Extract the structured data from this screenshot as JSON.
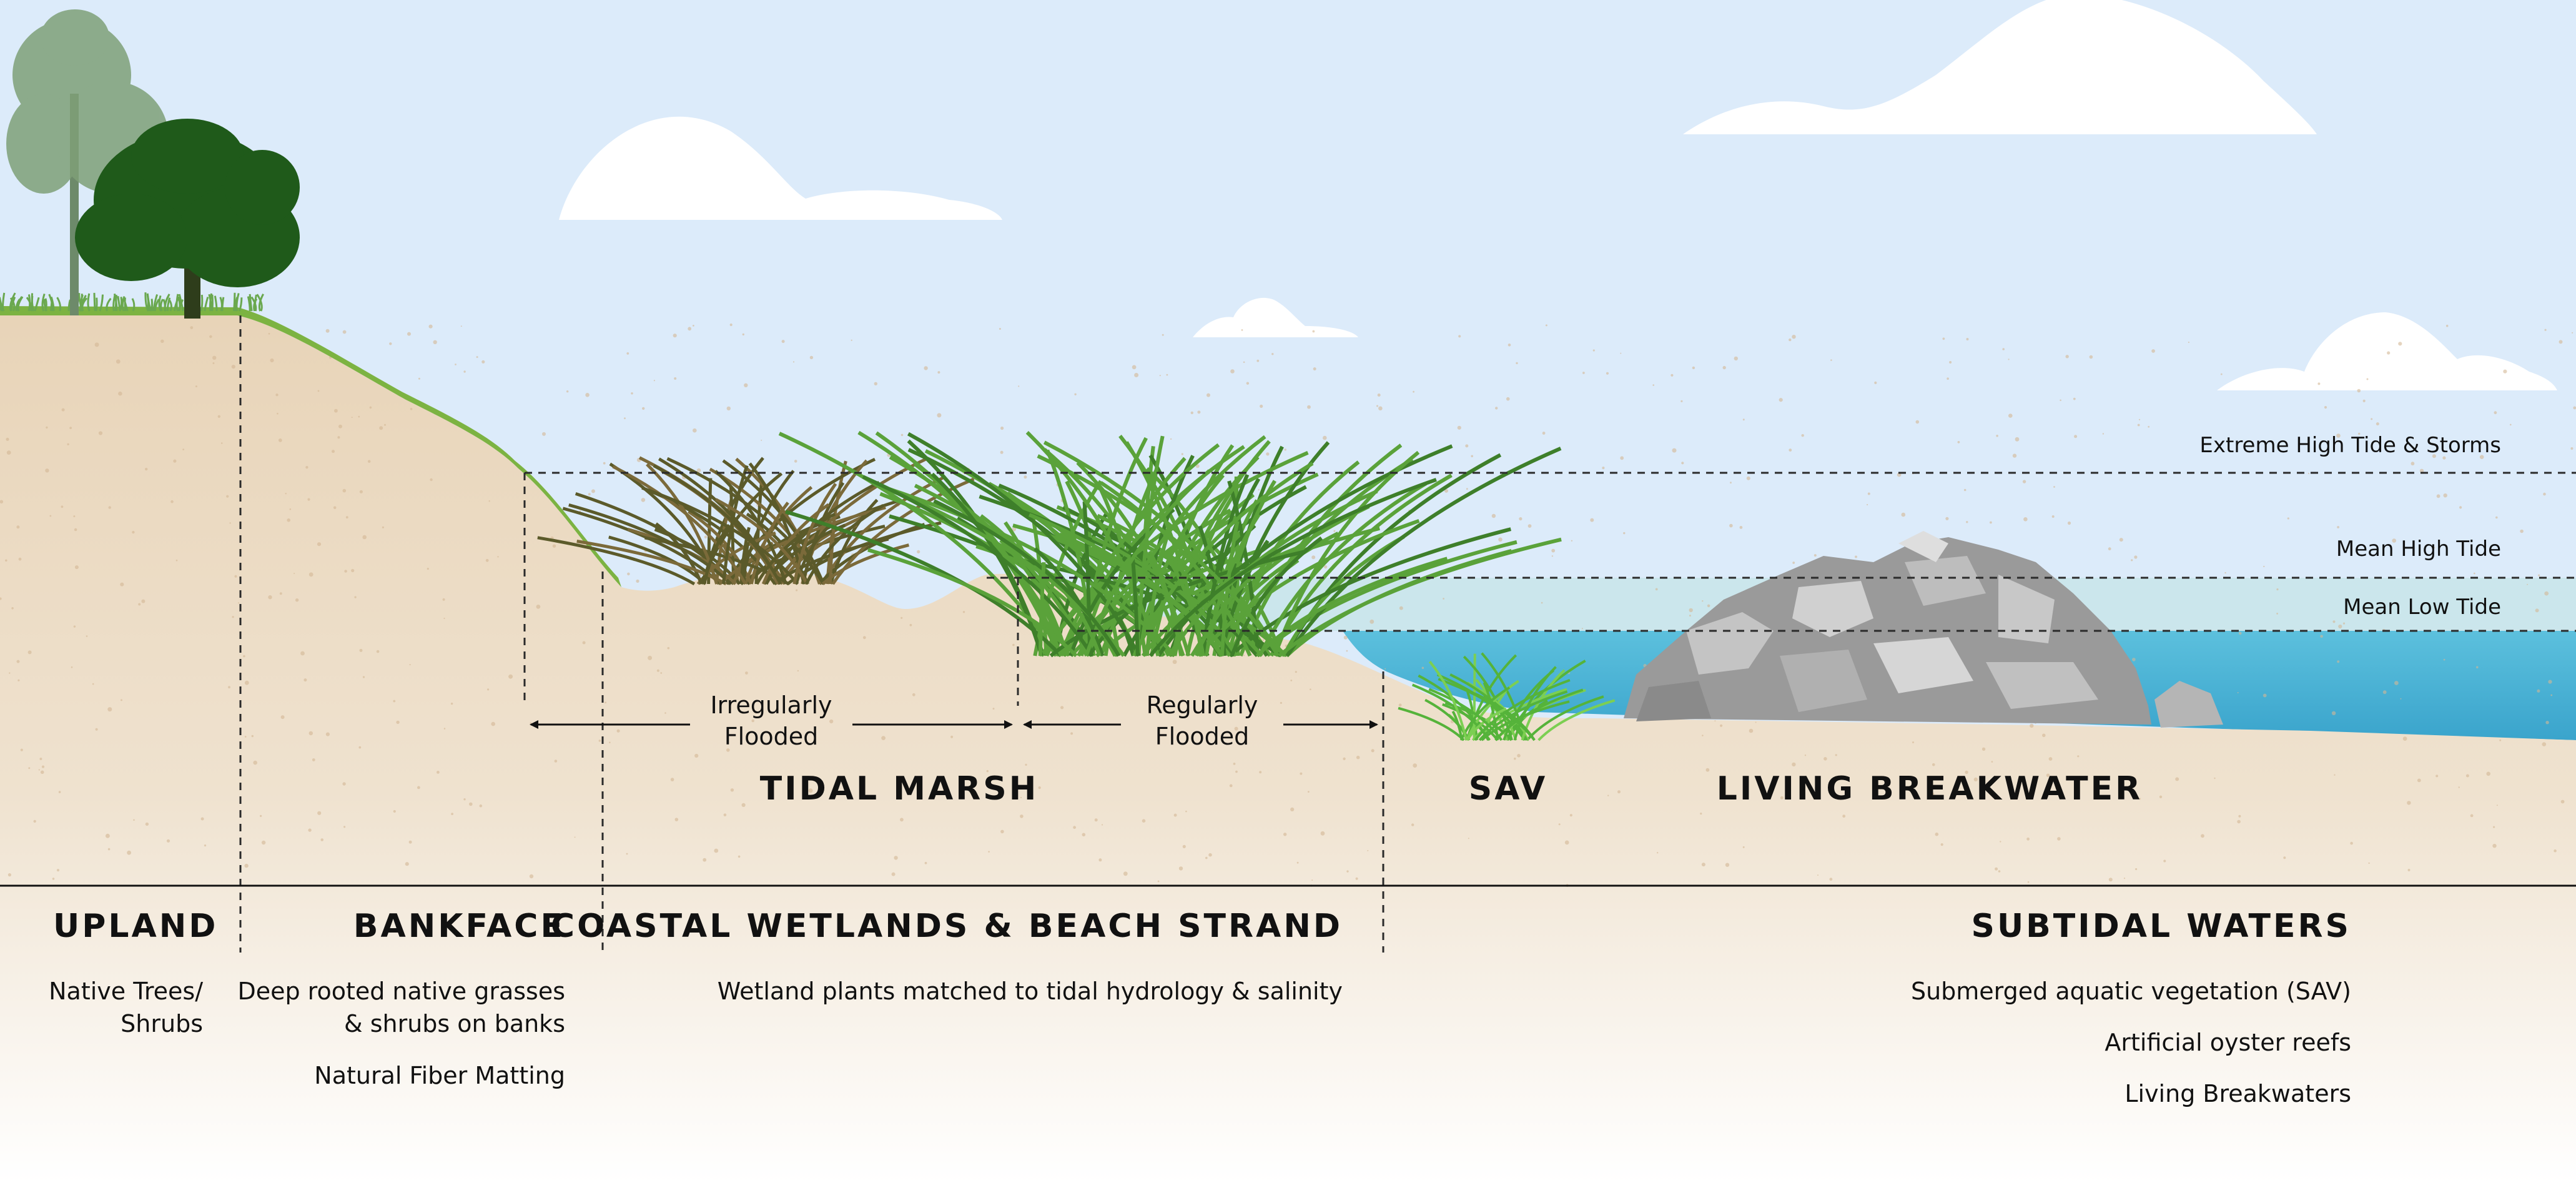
{
  "tide_levels": {
    "extreme": "Extreme High Tide & Storms",
    "mean_high": "Mean High Tide",
    "mean_low": "Mean Low Tide"
  },
  "flooding": {
    "irregular_line1": "Irregularly",
    "irregular_line2": "Flooded",
    "regular_line1": "Regularly",
    "regular_line2": "Flooded"
  },
  "features": {
    "tidal_marsh": "TIDAL MARSH",
    "sav": "SAV",
    "living_breakwater": "LIVING BREAKWATER"
  },
  "zones": {
    "upland": {
      "title": "UPLAND",
      "desc": [
        "Native Trees/",
        "Shrubs"
      ]
    },
    "bankface": {
      "title": "BANKFACE",
      "desc": [
        "Deep rooted native grasses",
        "& shrubs on banks",
        "Natural Fiber Matting"
      ]
    },
    "coastal": {
      "title": "COASTAL WETLANDS & BEACH STRAND",
      "desc": [
        "Wetland plants matched to tidal hydrology & salinity"
      ]
    },
    "subtidal": {
      "title": "SUBTIDAL WATERS",
      "desc": [
        "Submerged aquatic vegetation (SAV)",
        "Artificial oyster reefs",
        "Living Breakwaters"
      ]
    }
  },
  "colors": {
    "sky": "#dcebfa",
    "sand": "#e8d4b8",
    "water": "#4fb3d6",
    "shallow_water": "#c9e6ea",
    "grass": "#6aa84f",
    "tree": "#1f5a1a",
    "rock": "#a6a6a6"
  }
}
